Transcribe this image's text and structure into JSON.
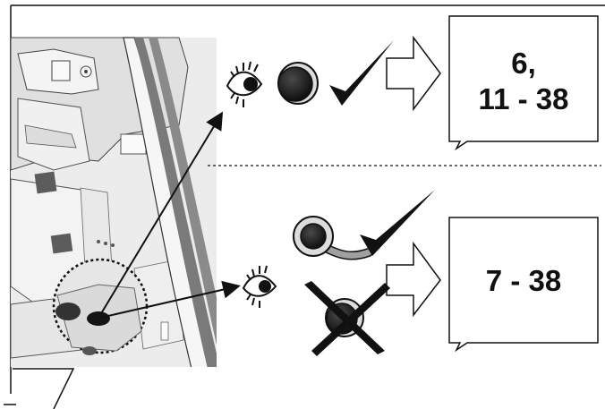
{
  "figure": {
    "kind": "installation-instruction",
    "refs": {
      "top": {
        "line1": "6,",
        "line2": "11 - 38"
      },
      "bottom": {
        "line1": "7 - 38"
      }
    },
    "icons": {
      "top_row": [
        "eye-icon",
        "plug-icon",
        "checkmark-icon",
        "arrow-right-icon"
      ],
      "bottom_row_ok": [
        "plug-with-cable-icon",
        "checkmark-icon",
        "arrow-right-icon"
      ],
      "bottom_row_nok": [
        "plug-crossed-icon"
      ],
      "detail": [
        "magnifier-circle-icon",
        "eye-icon"
      ]
    },
    "colors": {
      "line": "#111111",
      "panel_fill": "#e6e6e6",
      "seal_dark": "#7a7a7a",
      "seal_light": "#f2f2f2",
      "plug_fill": "#151515",
      "cable": "#9a9a9a"
    }
  }
}
